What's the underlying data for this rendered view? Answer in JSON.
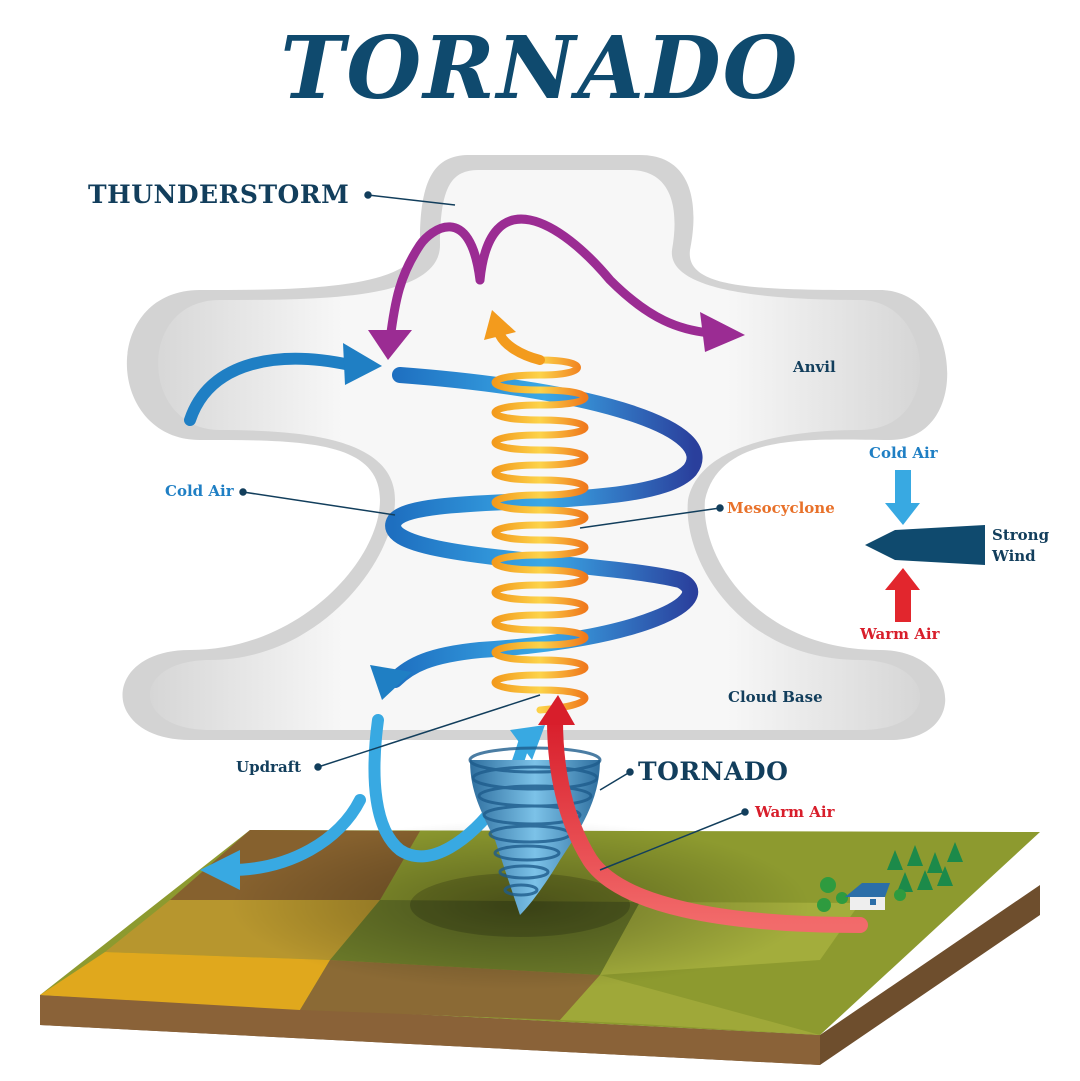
{
  "title": "TORNADO",
  "labels": {
    "thunderstorm": "THUNDERSTORM",
    "anvil": "Anvil",
    "cold_air_left": "Cold Air",
    "cold_air_right": "Cold Air",
    "mesocyclone": "Mesocyclone",
    "strong_wind_line1": "Strong",
    "strong_wind_line2": "Wind",
    "warm_air_right": "Warm Air",
    "cloud_base": "Cloud Base",
    "updraft": "Updraft",
    "tornado": "TORNADO",
    "warm_air_ground": "Warm Air"
  },
  "colors": {
    "title": "#0f4a6e",
    "label_dark": "#123e5c",
    "cold_air": "#1f7fc4",
    "mesocyclone": "#e8712a",
    "warm_air": "#d81e2b",
    "anvil_flow": "#9b2c93",
    "cloud": "#ececec",
    "ground_grass": "#8c9a2e",
    "ground_soil": "#7a5a35"
  },
  "icons": [
    "cloud-icon",
    "tornado-funnel-icon",
    "house-icon",
    "tree-icon"
  ]
}
